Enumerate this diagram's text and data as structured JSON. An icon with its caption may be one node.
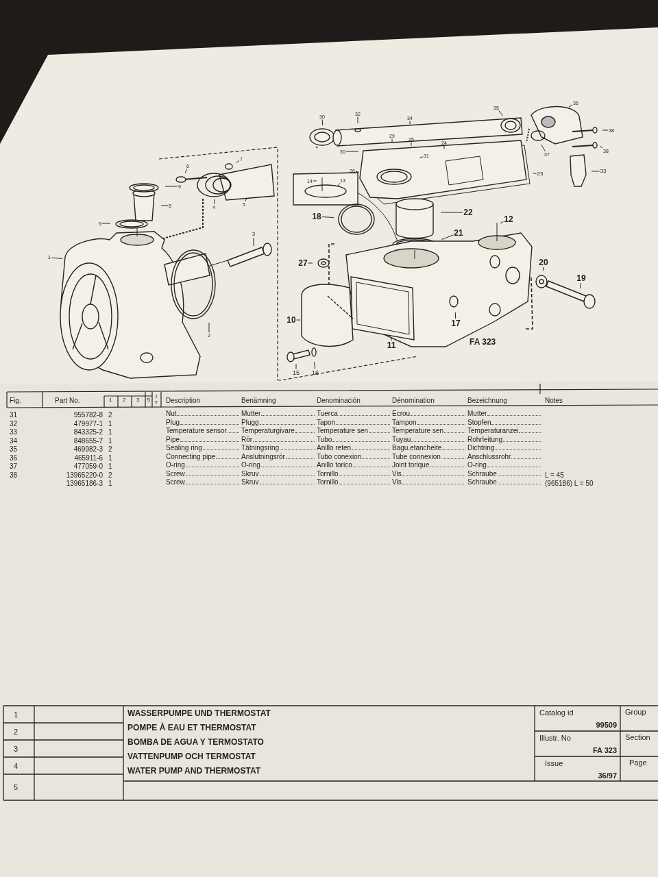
{
  "diagram": {
    "title": "WATER PUMP AND THERMOSTAT",
    "nodes": [
      {
        "text": [
          "1"
        ]
      },
      {
        "text": [
          "2"
        ]
      },
      {
        "text": [
          "3"
        ]
      },
      {
        "text": [
          "4"
        ]
      },
      {
        "text": [
          "5"
        ]
      },
      {
        "text": [
          "6"
        ]
      },
      {
        "text": [
          "7"
        ]
      },
      {
        "text": [
          "8"
        ]
      },
      {
        "text": [
          "9"
        ]
      },
      {
        "text": [
          "9"
        ]
      },
      {
        "text": [
          "30"
        ]
      },
      {
        "text": [
          "32"
        ]
      },
      {
        "text": [
          "34"
        ]
      },
      {
        "text": [
          "35"
        ]
      },
      {
        "text": [
          "36"
        ]
      },
      {
        "text": [
          "37"
        ]
      },
      {
        "text": [
          "38"
        ]
      },
      {
        "text": [
          "38"
        ]
      },
      {
        "text": [
          "29"
        ]
      },
      {
        "text": [
          "25"
        ]
      },
      {
        "text": [
          "24"
        ]
      },
      {
        "text": [
          "30"
        ]
      },
      {
        "text": [
          "26"
        ]
      },
      {
        "text": [
          "31"
        ]
      },
      {
        "text": [
          "23"
        ]
      },
      {
        "text": [
          "33"
        ]
      },
      {
        "text": [
          "14"
        ]
      },
      {
        "text": [
          "13"
        ]
      },
      {
        "text": [
          "18"
        ]
      },
      {
        "text": [
          "22"
        ]
      },
      {
        "text": [
          "21"
        ]
      },
      {
        "text": [
          "12"
        ]
      },
      {
        "text": [
          "27"
        ]
      },
      {
        "text": [
          "20"
        ]
      },
      {
        "text": [
          "19"
        ]
      },
      {
        "text": [
          "10"
        ]
      },
      {
        "text": [
          "17"
        ]
      },
      {
        "text": [
          "11"
        ]
      },
      {
        "text": [
          "15"
        ]
      },
      {
        "text": [
          "16"
        ]
      }
    ],
    "edges": [
      {
        "from": 0,
        "to": null,
        "arrow": "none"
      },
      {
        "from": 1,
        "to": null,
        "arrow": "none"
      },
      {
        "from": 2,
        "to": null,
        "arrow": "none"
      },
      {
        "from": 3,
        "to": null,
        "arrow": "none"
      },
      {
        "from": 4,
        "to": null,
        "arrow": "none"
      },
      {
        "from": 5,
        "to": null,
        "arrow": "none"
      },
      {
        "from": 6,
        "to": null,
        "arrow": "none"
      },
      {
        "from": 7,
        "to": null,
        "arrow": "none"
      },
      {
        "from": 8,
        "to": null,
        "arrow": "none"
      },
      {
        "from": 9,
        "to": null,
        "arrow": "none"
      },
      {
        "from": 10,
        "to": null,
        "arrow": "none"
      },
      {
        "from": 11,
        "to": null,
        "arrow": "none"
      },
      {
        "from": 12,
        "to": null,
        "arrow": "none"
      },
      {
        "from": 13,
        "to": null,
        "arrow": "none"
      },
      {
        "from": 14,
        "to": null,
        "arrow": "none"
      },
      {
        "from": 15,
        "to": null,
        "arrow": "none"
      },
      {
        "from": 16,
        "to": null,
        "arrow": "none"
      },
      {
        "from": 17,
        "to": null,
        "arrow": "none"
      },
      {
        "from": 18,
        "to": null,
        "arrow": "none"
      },
      {
        "from": 19,
        "to": null,
        "arrow": "none"
      },
      {
        "from": 20,
        "to": null,
        "arrow": "none"
      },
      {
        "from": 21,
        "to": null,
        "arrow": "none"
      },
      {
        "from": 22,
        "to": null,
        "arrow": "none"
      },
      {
        "from": 23,
        "to": null,
        "arrow": "none"
      },
      {
        "from": 24,
        "to": null,
        "arrow": "none"
      },
      {
        "from": 25,
        "to": null,
        "arrow": "none"
      },
      {
        "from": 26,
        "to": null,
        "arrow": "none"
      },
      {
        "from": 27,
        "to": null,
        "arrow": "none"
      },
      {
        "from": 28,
        "to": null,
        "arrow": "none"
      },
      {
        "from": 29,
        "to": null,
        "arrow": "none"
      },
      {
        "from": 30,
        "to": null,
        "arrow": "none"
      },
      {
        "from": 31,
        "to": null,
        "arrow": "none"
      },
      {
        "from": 32,
        "to": null,
        "arrow": "none"
      },
      {
        "from": 33,
        "to": null,
        "arrow": "none"
      },
      {
        "from": 34,
        "to": null,
        "arrow": "none"
      },
      {
        "from": 35,
        "to": null,
        "arrow": "none"
      },
      {
        "from": 36,
        "to": null,
        "arrow": "none"
      },
      {
        "from": 37,
        "to": null,
        "arrow": "none"
      },
      {
        "from": 38,
        "to": null,
        "arrow": "none"
      },
      {
        "from": 39,
        "to": null,
        "arrow": "none"
      }
    ],
    "labels": [
      "FA 323",
      "Fig.",
      "Part No.",
      "1",
      "2",
      "3",
      "S",
      "I T",
      "Description",
      "Benämning",
      "Denominación",
      "Dénomination",
      "Bezeichnung",
      "Notes",
      "31",
      "955782-8",
      "2",
      "Nut",
      "Mutter",
      "Tuerca",
      "Ecrou",
      "Mutter",
      "32",
      "479977-1",
      "1",
      "Plug",
      "Plugg",
      "Tapon",
      "Tampon",
      "Stopfen",
      "33",
      "843325-2",
      "1",
      "Temperature sensor",
      "Temperaturgivare",
      "Temperature sen",
      "Temperature sen",
      "Temperaturanzei",
      "34",
      "848655-7",
      "1",
      "Pipe",
      "Rör",
      "Tubo",
      "Tuyau",
      "Rohrleitung",
      "35",
      "469982-3",
      "2",
      "Sealing ring",
      "Tätningsring",
      "Anillo reten",
      "Bagu.etancheite",
      "Dichtring",
      "36",
      "465911-6",
      "1",
      "Connecting pipe",
      "Anslutningsrör",
      "Tubo conexion",
      "Tube connexion",
      "Anschlussrohr",
      "37",
      "477059-0",
      "1",
      "O-ring",
      "O-ring",
      "Anillo torico",
      "Joint torique",
      "O-ring",
      "38",
      "13965220-0",
      "2",
      "Screw",
      "Skruv",
      "Tornillo",
      "Vis",
      "Schraube",
      "L = 45",
      "13965186-3",
      "1",
      "Screw",
      "Skruv",
      "Tornillo",
      "Vis",
      "Schraube",
      "(965186) L = 50",
      "1",
      "2",
      "3",
      "4",
      "5",
      "WASSERPUMPE UND THERMOSTAT",
      "POMPE À EAU ET THERMOSTAT",
      "BOMBA DE AGUA Y TERMOSTATO",
      "VATTENPUMP OCH TERMOSTAT",
      "Catalog id",
      "Group",
      "99509",
      "Illustr. No",
      "Section",
      "FA 323",
      "Issue",
      "Page",
      "36/97"
    ]
  }
}
